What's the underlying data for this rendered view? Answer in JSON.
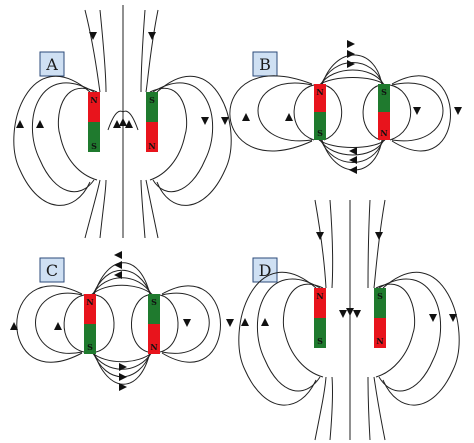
{
  "panels": [
    {
      "label": "A",
      "left_magnet": {
        "top": "N",
        "bottom": "S"
      },
      "right_magnet": {
        "top": "S",
        "bottom": "N"
      }
    },
    {
      "label": "B",
      "left_magnet": {
        "top": "N",
        "bottom": "S"
      },
      "right_magnet": {
        "top": "S",
        "bottom": "N"
      }
    },
    {
      "label": "C",
      "left_magnet": {
        "top": "N",
        "bottom": "S"
      },
      "right_magnet": {
        "top": "S",
        "bottom": "N"
      }
    },
    {
      "label": "D",
      "left_magnet": {
        "top": "N",
        "bottom": "S"
      },
      "right_magnet": {
        "top": "S",
        "bottom": "N"
      }
    }
  ],
  "colors": {
    "north": "#e8141c",
    "south": "#1f7a2e",
    "line": "#222222"
  }
}
